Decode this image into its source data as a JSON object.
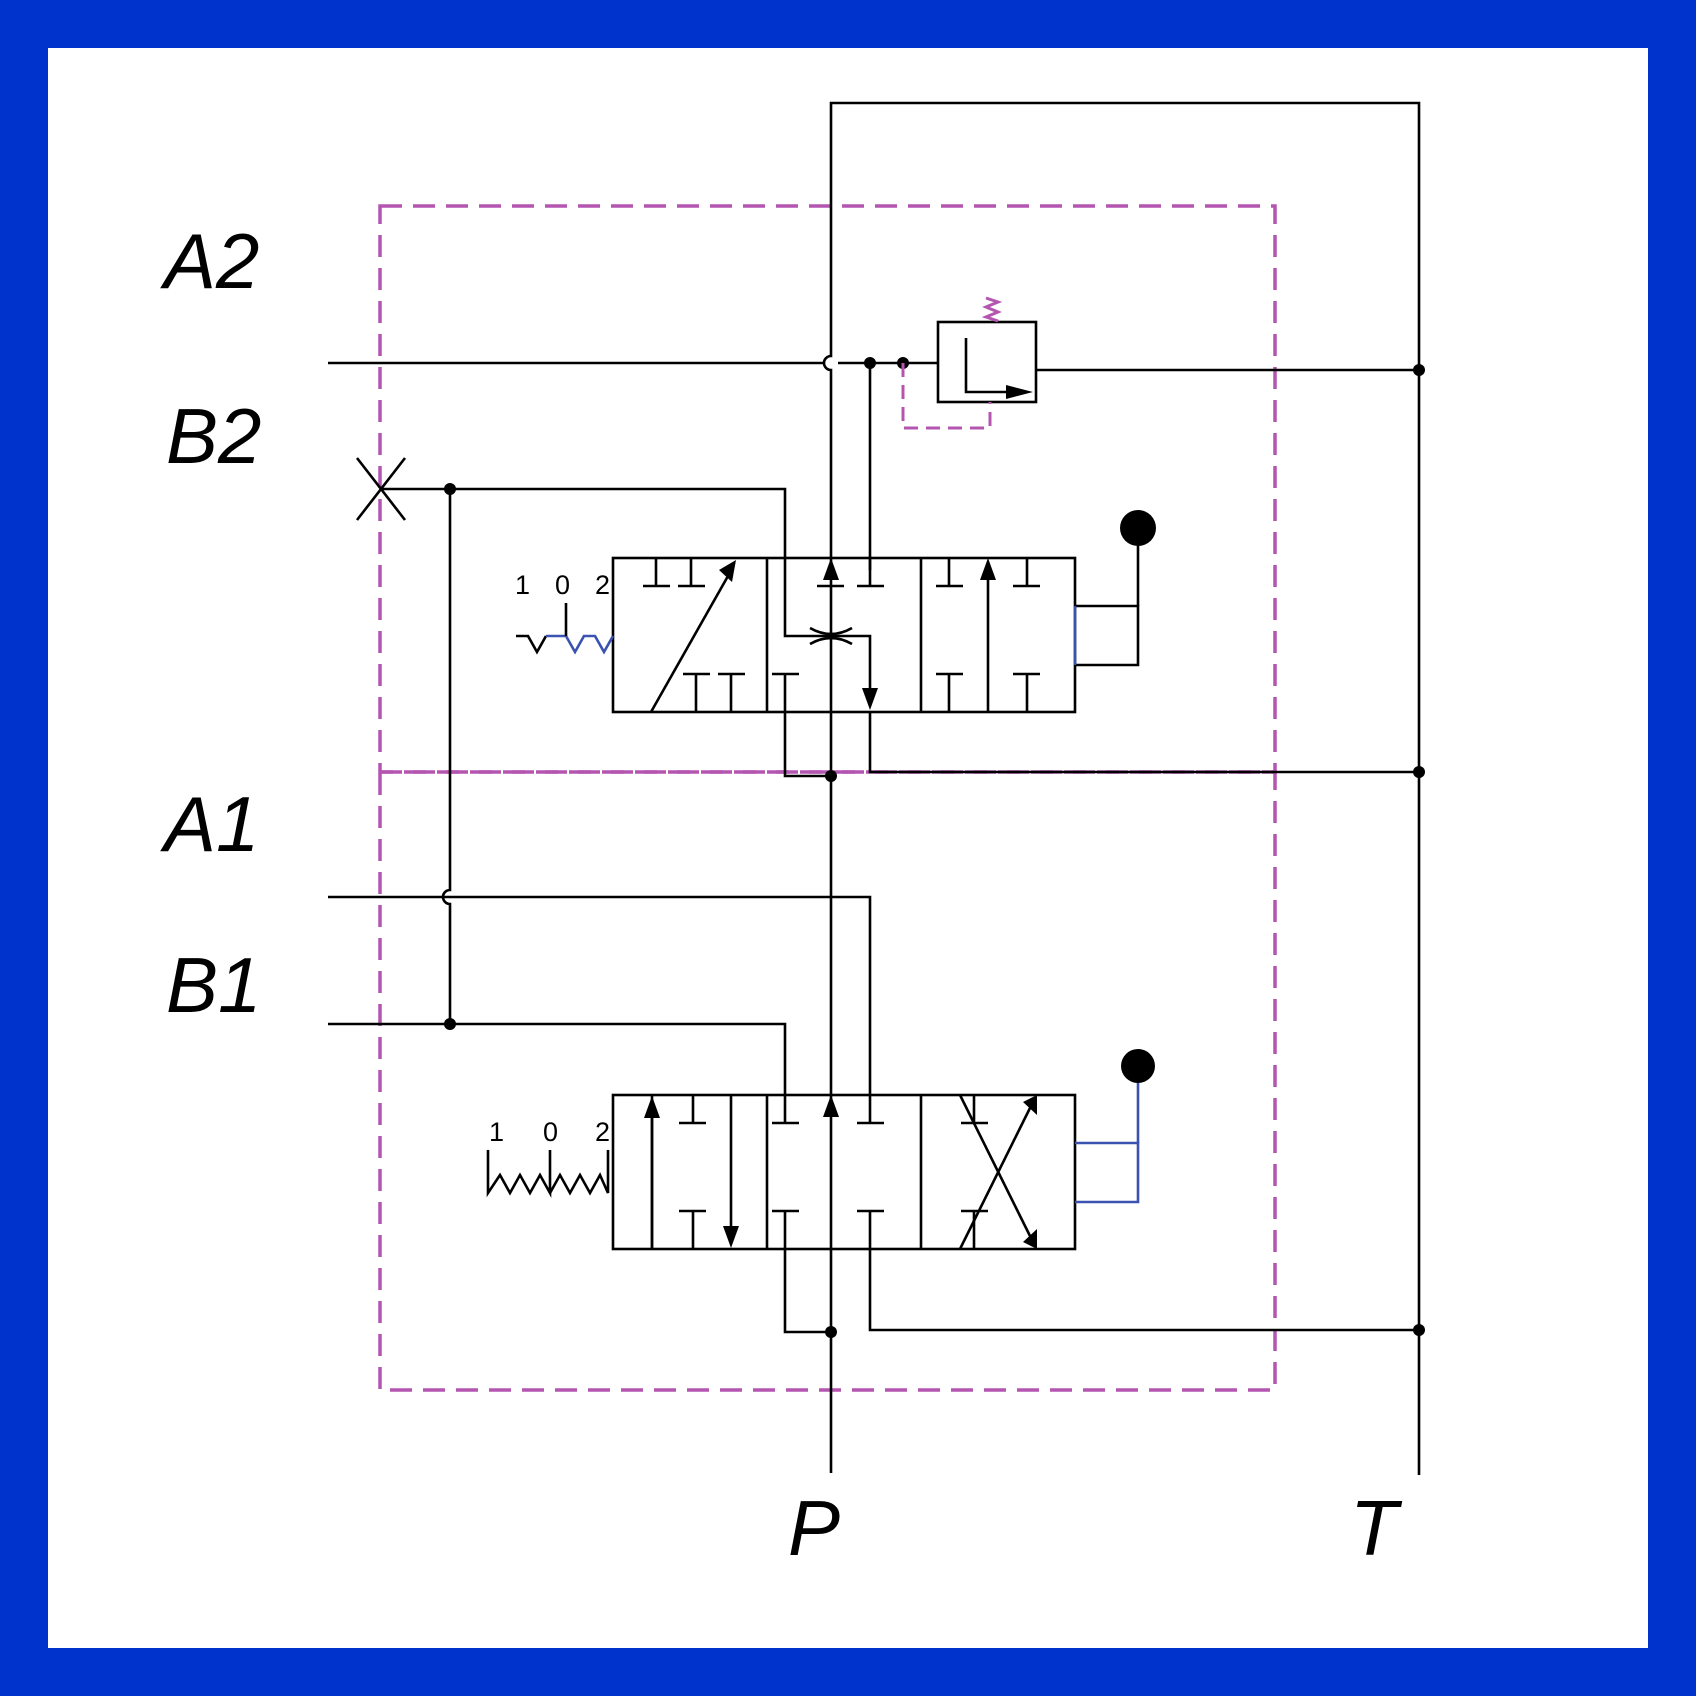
{
  "ports": {
    "a2": "A2",
    "b2": "B2",
    "a1": "A1",
    "b1": "B1",
    "p": "P",
    "t": "T"
  },
  "valve_upper": {
    "positions": {
      "one": "1",
      "zero": "0",
      "two": "2"
    }
  },
  "valve_lower": {
    "positions": {
      "one": "1",
      "zero": "0",
      "two": "2"
    }
  },
  "colors": {
    "border": "#0033cc",
    "section_outline": "#b455b0",
    "accent_blue": "#3a52b0",
    "line": "#000000"
  },
  "icons": [
    "relief-valve-icon",
    "lever-knob-icon",
    "detent-icon",
    "spring-icon",
    "plug-cross-icon",
    "throttle-icon"
  ]
}
